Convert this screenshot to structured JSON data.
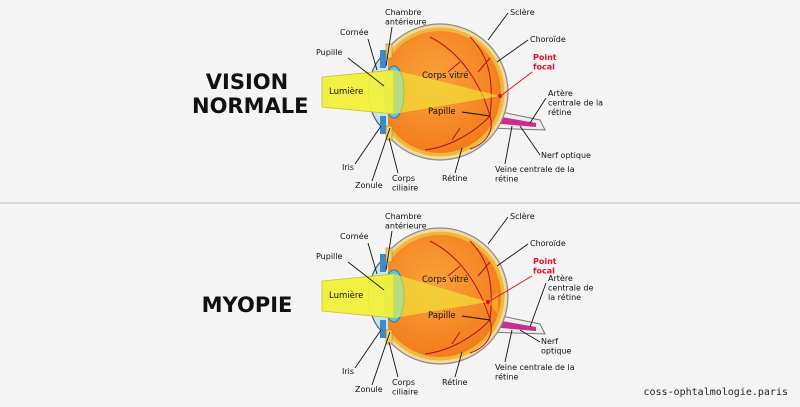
{
  "diagrams": [
    {
      "heading": [
        "VISION",
        "NORMALE"
      ],
      "labels": {
        "chambre": [
          "Chambre",
          "antérieure"
        ],
        "cornee": "Cornée",
        "pupille": "Pupille",
        "lumiere": "Lumière",
        "corps_vitre": "Corps vitré",
        "papille": "Papille",
        "iris": "Iris",
        "zonule": "Zonule",
        "corps_ciliaire": [
          "Corps",
          "ciliaire"
        ],
        "retine": "Rétine",
        "sclere": "Sclère",
        "choroide": "Choroïde",
        "point_focal": [
          "Point",
          "focal"
        ],
        "artere": [
          "Artère",
          "centrale de la",
          "rétine"
        ],
        "nerf": [
          "Nerf optique"
        ],
        "veine": [
          "Veine centrale de la",
          "rétine"
        ]
      }
    },
    {
      "heading": [
        "MYOPIE"
      ],
      "labels": {
        "chambre": [
          "Chambre",
          "antérieure"
        ],
        "cornee": "Cornée",
        "pupille": "Pupille",
        "lumiere": "Lumière",
        "corps_vitre": "Corps vitré",
        "papille": "Papille",
        "iris": "Iris",
        "zonule": "Zonule",
        "corps_ciliaire": [
          "Corps",
          "ciliaire"
        ],
        "retine": "Rétine",
        "sclere": "Sclère",
        "choroide": "Choroïde",
        "point_focal": [
          "Point",
          "focal"
        ],
        "artere": [
          "Artère",
          "centrale de",
          "la rétine"
        ],
        "nerf": [
          "Nerf",
          "optique"
        ],
        "veine": [
          "Veine centrale de la",
          "rétine"
        ]
      }
    }
  ],
  "footer": "coss-ophtalmologie.paris",
  "colors": {
    "eyeball": "#f27a18",
    "sclera": "#f2d9a0",
    "choroid": "#f0b83a",
    "light": "#f2ef3a",
    "lens": "#57c6ea",
    "focal": "#e0102a",
    "vessels": "#b0102a"
  }
}
